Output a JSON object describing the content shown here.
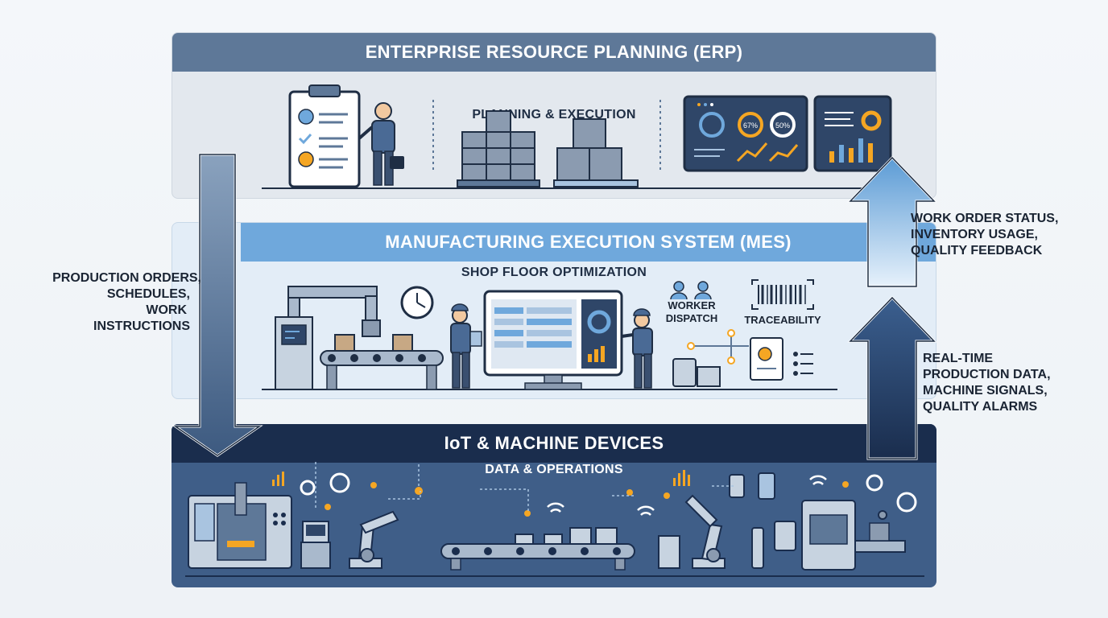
{
  "erp": {
    "title": "ENTERPRISE RESOURCE PLANNING (ERP)",
    "subtitle": "PLANNING & EXECUTION",
    "gauge_left": "67%",
    "gauge_right": "50%"
  },
  "mes": {
    "title": "MANUFACTURING EXECUTION SYSTEM (MES)",
    "subtitle": "SHOP FLOOR OPTIMIZATION",
    "worker_line1": "WORKER",
    "worker_line2": "DISPATCH",
    "traceability": "TRACEABILITY"
  },
  "iot": {
    "title": "IoT & MACHINE DEVICES",
    "subtitle": "DATA & OPERATIONS"
  },
  "down_flow": [
    "PRODUCTION ORDERS,",
    "SCHEDULES,",
    "WORK",
    "INSTRUCTIONS"
  ],
  "up_flow_top": [
    "WORK ORDER STATUS,",
    "INVENTORY USAGE,",
    "QUALITY FEEDBACK"
  ],
  "up_flow_bottom": [
    "REAL-TIME",
    "PRODUCTION DATA,",
    "MACHINE SIGNALS,",
    "QUALITY ALARMS"
  ],
  "colors": {
    "erp_band": "#5e7898",
    "mes_band": "#6fa8dc",
    "iot_band": "#1a2d4d",
    "iot_body": "#3f5e88",
    "accent_orange": "#f5a623"
  }
}
